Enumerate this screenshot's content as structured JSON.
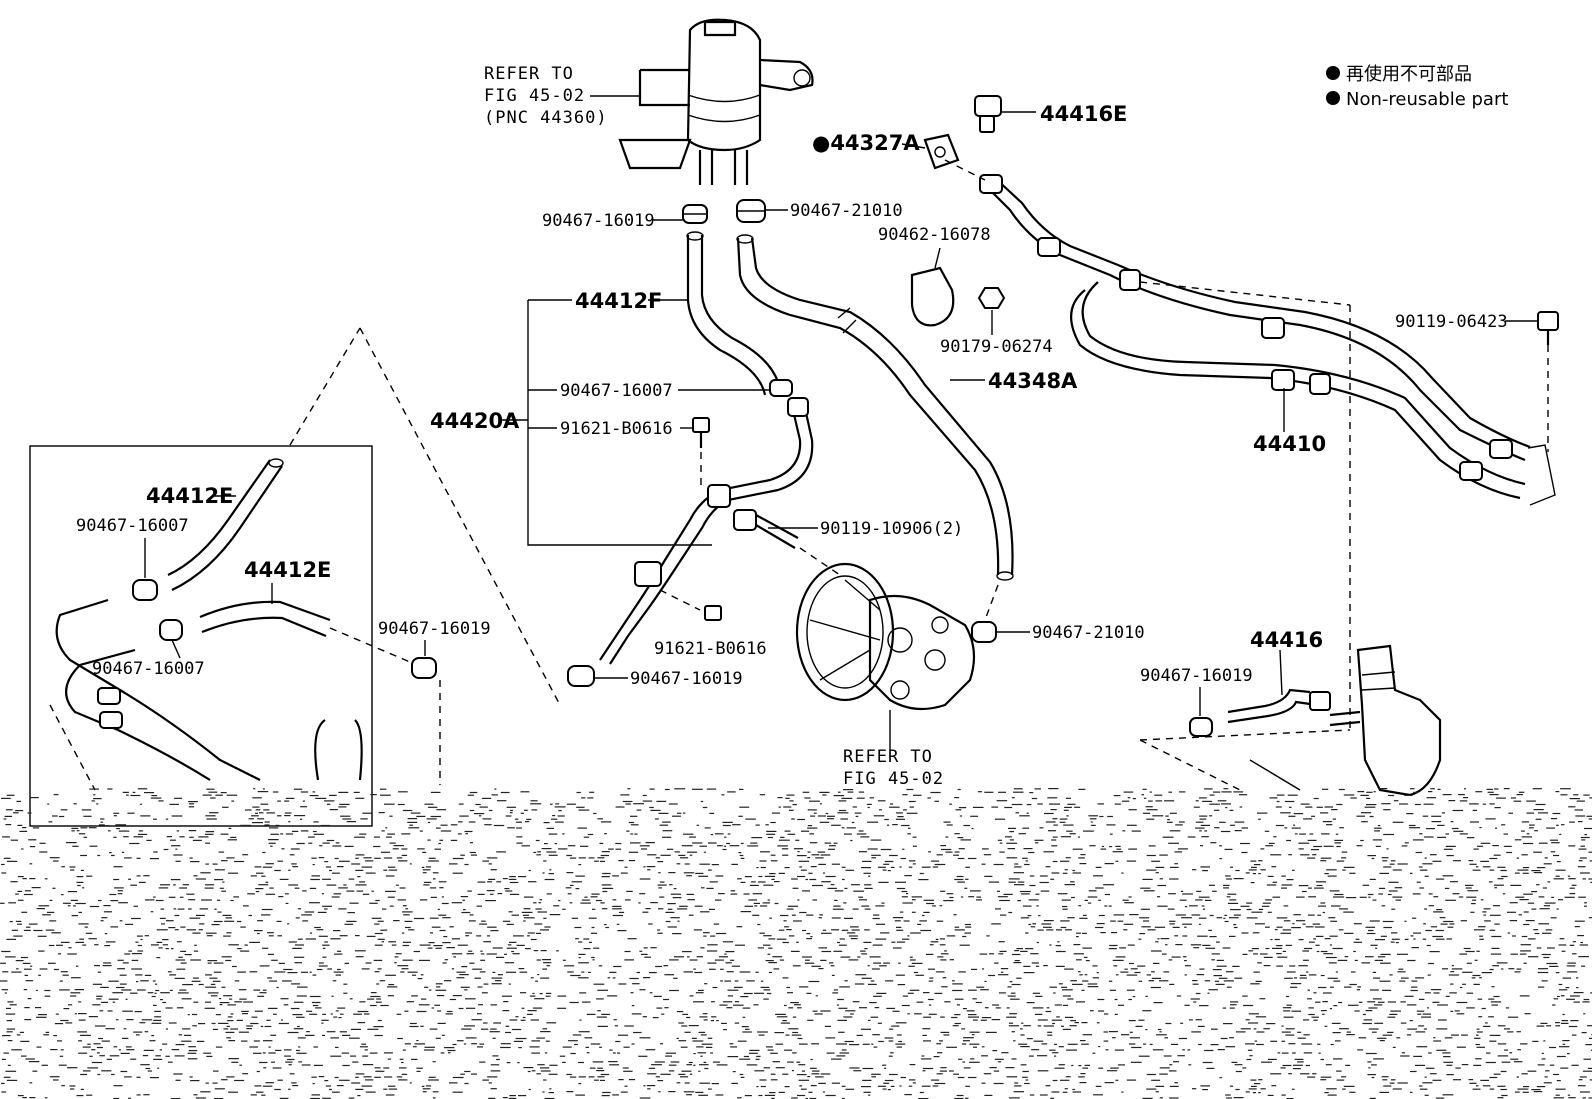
{
  "legend": {
    "items": [
      {
        "bullet": "●",
        "text": "再使用不可部品"
      },
      {
        "bullet": "●",
        "text": "Non-reusable part"
      }
    ]
  },
  "references": {
    "reservoir_ref": [
      "REFER TO",
      "FIG 45-02",
      "(PNC 44360)"
    ],
    "pump_ref": [
      "REFER TO",
      "FIG 45-02"
    ]
  },
  "parts": {
    "p_44416E": "44416E",
    "p_44327A": "●44327A",
    "p_90467_16019_top": "90467-16019",
    "p_90467_21010_top": "90467-21010",
    "p_90462_16078": "90462-16078",
    "p_44412F": "44412F",
    "p_90179_06274": "90179-06274",
    "p_90119_06423": "90119-06423",
    "p_44348A": "44348A",
    "p_90467_16007_mid": "90467-16007",
    "p_44420A": "44420A",
    "p_91621_B0616_a": "91621-B0616",
    "p_44410": "44410",
    "p_44412E_a": "44412E",
    "p_90467_16007_a": "90467-16007",
    "p_90119_10906": "90119-10906(2)",
    "p_44412E_b": "44412E",
    "p_90467_16019_left": "90467-16019",
    "p_90467_21010_pump": "90467-21010",
    "p_91621_B0616_b": "91621-B0616",
    "p_44416": "44416",
    "p_90467_16019_right": "90467-16019",
    "p_90467_16007_b": "90467-16007",
    "p_90467_16019_bottom": "90467-16019"
  }
}
